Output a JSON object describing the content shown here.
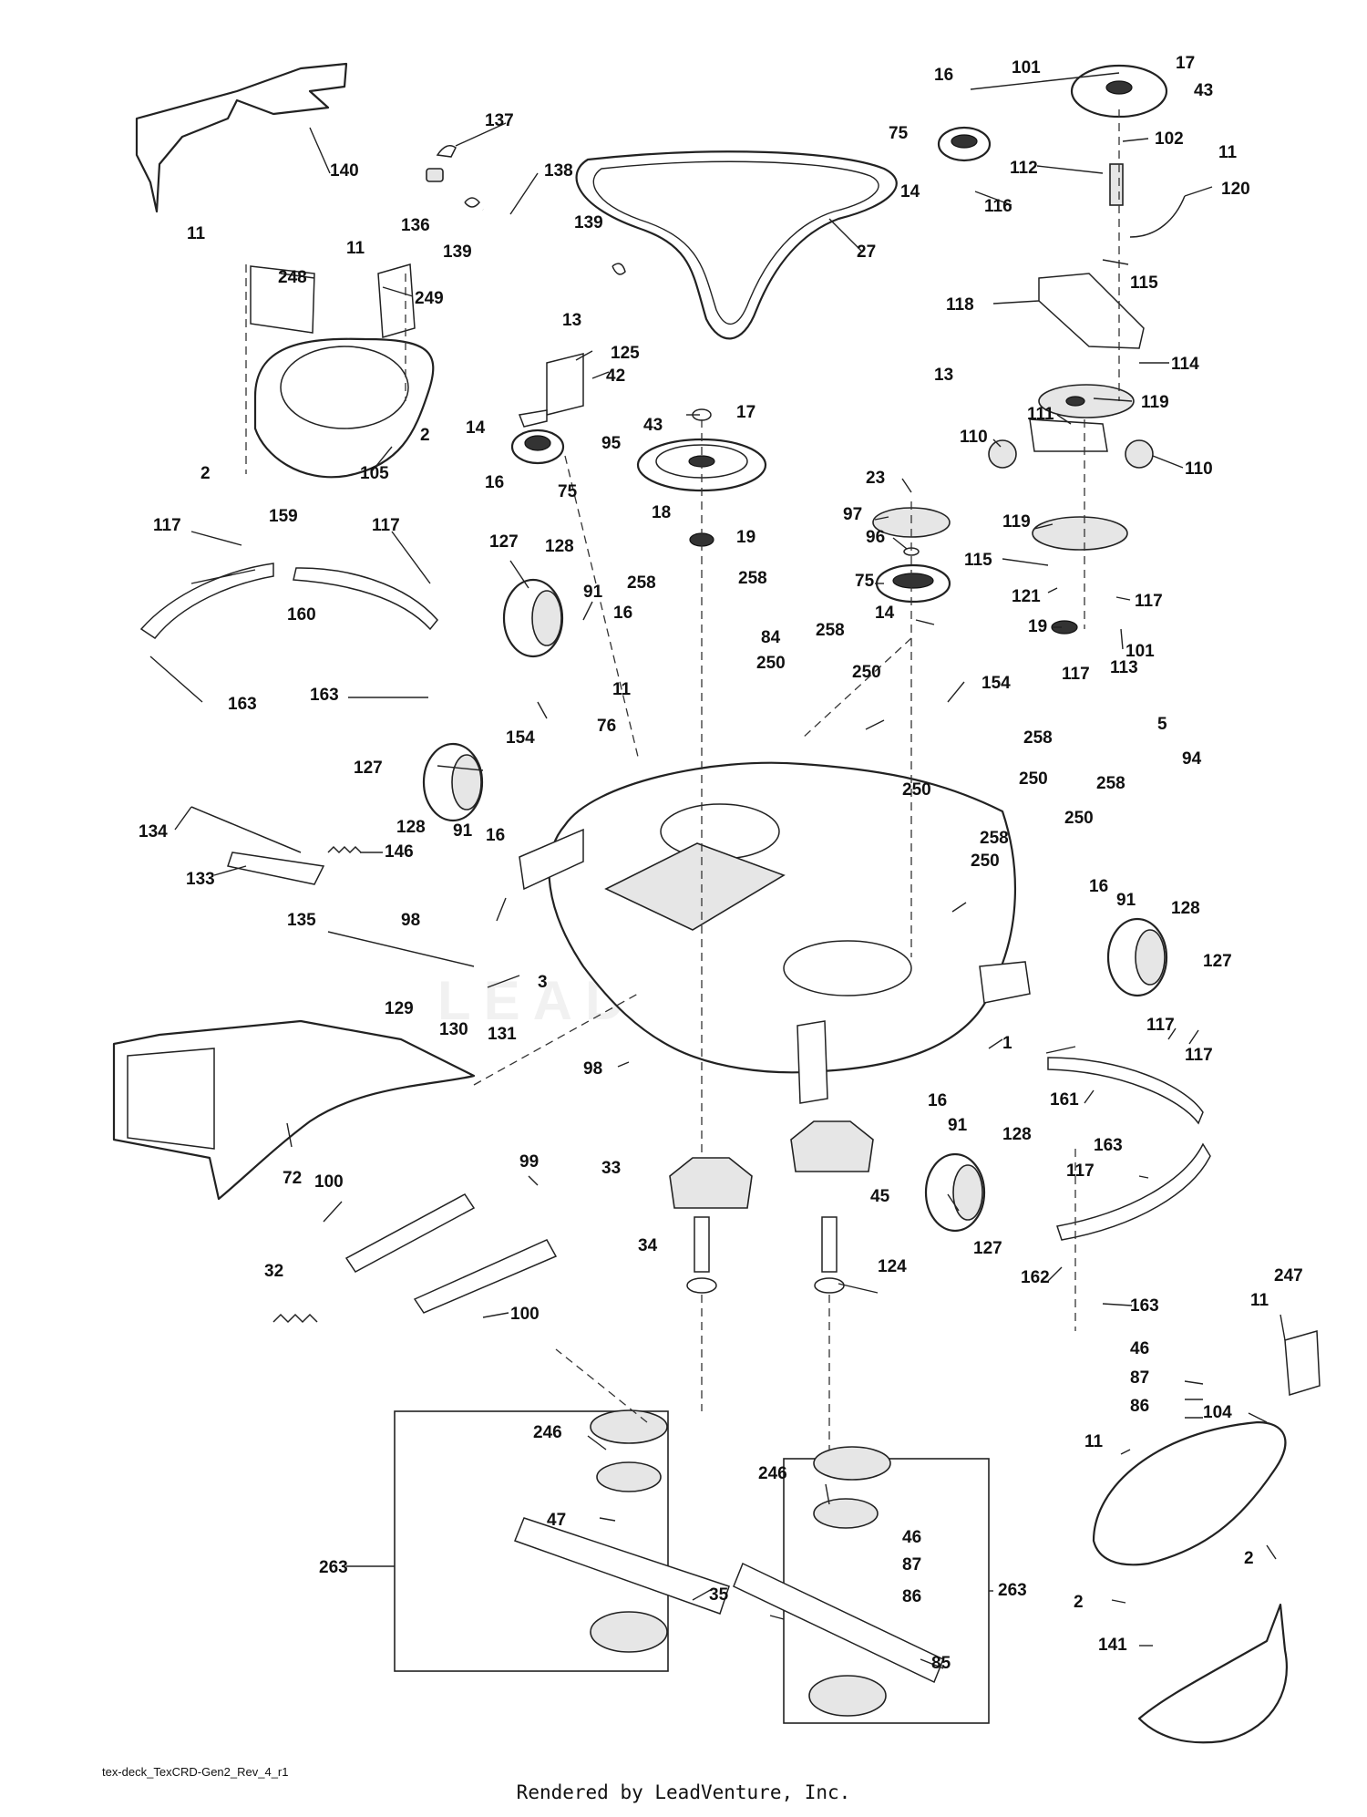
{
  "diagram": {
    "watermark": "LEADVENTURE",
    "callouts": [
      {
        "key": "c140",
        "text": "140"
      },
      {
        "key": "c137",
        "text": "137"
      },
      {
        "key": "c138",
        "text": "138"
      },
      {
        "key": "c136",
        "text": "136"
      },
      {
        "key": "c139a",
        "text": "139"
      },
      {
        "key": "c139b",
        "text": "139"
      },
      {
        "key": "c27",
        "text": "27"
      },
      {
        "key": "c11a",
        "text": "11"
      },
      {
        "key": "c248",
        "text": "248"
      },
      {
        "key": "c11b",
        "text": "11"
      },
      {
        "key": "c249",
        "text": "249"
      },
      {
        "key": "c2a",
        "text": "2"
      },
      {
        "key": "c105",
        "text": "105"
      },
      {
        "key": "c2b",
        "text": "2"
      },
      {
        "key": "c13a",
        "text": "13"
      },
      {
        "key": "c125",
        "text": "125"
      },
      {
        "key": "c42",
        "text": "42"
      },
      {
        "key": "c14a",
        "text": "14"
      },
      {
        "key": "c95",
        "text": "95"
      },
      {
        "key": "c16a",
        "text": "16"
      },
      {
        "key": "c75a",
        "text": "75"
      },
      {
        "key": "c17a",
        "text": "17"
      },
      {
        "key": "c43a",
        "text": "43"
      },
      {
        "key": "c18",
        "text": "18"
      },
      {
        "key": "c19a",
        "text": "19"
      },
      {
        "key": "c16b",
        "text": "16"
      },
      {
        "key": "c101a",
        "text": "101"
      },
      {
        "key": "c17b",
        "text": "17"
      },
      {
        "key": "c43b",
        "text": "43"
      },
      {
        "key": "c75b",
        "text": "75"
      },
      {
        "key": "c102",
        "text": "102"
      },
      {
        "key": "c11c",
        "text": "11"
      },
      {
        "key": "c112",
        "text": "112"
      },
      {
        "key": "c14b",
        "text": "14"
      },
      {
        "key": "c116",
        "text": "116"
      },
      {
        "key": "c120",
        "text": "120"
      },
      {
        "key": "c115a",
        "text": "115"
      },
      {
        "key": "c118",
        "text": "118"
      },
      {
        "key": "c13b",
        "text": "13"
      },
      {
        "key": "c114",
        "text": "114"
      },
      {
        "key": "c119a",
        "text": "119"
      },
      {
        "key": "c111",
        "text": "111"
      },
      {
        "key": "c110a",
        "text": "110"
      },
      {
        "key": "c110b",
        "text": "110"
      },
      {
        "key": "c23",
        "text": "23"
      },
      {
        "key": "c97",
        "text": "97"
      },
      {
        "key": "c96",
        "text": "96"
      },
      {
        "key": "c119b",
        "text": "119"
      },
      {
        "key": "c75c",
        "text": "75"
      },
      {
        "key": "c115b",
        "text": "115"
      },
      {
        "key": "c121",
        "text": "121"
      },
      {
        "key": "c117a",
        "text": "117"
      },
      {
        "key": "c19b",
        "text": "19"
      },
      {
        "key": "c101b",
        "text": "101"
      },
      {
        "key": "c117b",
        "text": "117"
      },
      {
        "key": "c113",
        "text": "113"
      },
      {
        "key": "c117c",
        "text": "117"
      },
      {
        "key": "c159",
        "text": "159"
      },
      {
        "key": "c117d",
        "text": "117"
      },
      {
        "key": "c160",
        "text": "160"
      },
      {
        "key": "c163a",
        "text": "163"
      },
      {
        "key": "c163b",
        "text": "163"
      },
      {
        "key": "c127a",
        "text": "127"
      },
      {
        "key": "c128a",
        "text": "128"
      },
      {
        "key": "c91a",
        "text": "91"
      },
      {
        "key": "c16c",
        "text": "16"
      },
      {
        "key": "c258a",
        "text": "258"
      },
      {
        "key": "c258b",
        "text": "258"
      },
      {
        "key": "c84",
        "text": "84"
      },
      {
        "key": "c14c",
        "text": "14"
      },
      {
        "key": "c258c",
        "text": "258"
      },
      {
        "key": "c250a",
        "text": "250"
      },
      {
        "key": "c250b",
        "text": "250"
      },
      {
        "key": "c11d",
        "text": "11"
      },
      {
        "key": "c154a",
        "text": "154"
      },
      {
        "key": "c76",
        "text": "76"
      },
      {
        "key": "c154b",
        "text": "154"
      },
      {
        "key": "c5",
        "text": "5"
      },
      {
        "key": "c258d",
        "text": "258"
      },
      {
        "key": "c94",
        "text": "94"
      },
      {
        "key": "c127b",
        "text": "127"
      },
      {
        "key": "c250c",
        "text": "250"
      },
      {
        "key": "c250d",
        "text": "250"
      },
      {
        "key": "c258e",
        "text": "258"
      },
      {
        "key": "c250e",
        "text": "250"
      },
      {
        "key": "c258f",
        "text": "258"
      },
      {
        "key": "c250f",
        "text": "250"
      },
      {
        "key": "c128b",
        "text": "128"
      },
      {
        "key": "c91b",
        "text": "91"
      },
      {
        "key": "c16d",
        "text": "16"
      },
      {
        "key": "c134",
        "text": "134"
      },
      {
        "key": "c146",
        "text": "146"
      },
      {
        "key": "c133",
        "text": "133"
      },
      {
        "key": "c135",
        "text": "135"
      },
      {
        "key": "c98a",
        "text": "98"
      },
      {
        "key": "c16e",
        "text": "16"
      },
      {
        "key": "c91c",
        "text": "91"
      },
      {
        "key": "c128c",
        "text": "128"
      },
      {
        "key": "c127c",
        "text": "127"
      },
      {
        "key": "c3",
        "text": "3"
      },
      {
        "key": "c129",
        "text": "129"
      },
      {
        "key": "c130",
        "text": "130"
      },
      {
        "key": "c131",
        "text": "131"
      },
      {
        "key": "c1",
        "text": "1"
      },
      {
        "key": "c98b",
        "text": "98"
      },
      {
        "key": "c117e",
        "text": "117"
      },
      {
        "key": "c117f",
        "text": "117"
      },
      {
        "key": "c161",
        "text": "161"
      },
      {
        "key": "c72",
        "text": "72"
      },
      {
        "key": "c99",
        "text": "99"
      },
      {
        "key": "c100a",
        "text": "100"
      },
      {
        "key": "c16f",
        "text": "16"
      },
      {
        "key": "c91d",
        "text": "91"
      },
      {
        "key": "c128d",
        "text": "128"
      },
      {
        "key": "c163c",
        "text": "163"
      },
      {
        "key": "c33",
        "text": "33"
      },
      {
        "key": "c45",
        "text": "45"
      },
      {
        "key": "c117g",
        "text": "117"
      },
      {
        "key": "c127d",
        "text": "127"
      },
      {
        "key": "c34",
        "text": "34"
      },
      {
        "key": "c124",
        "text": "124"
      },
      {
        "key": "c162",
        "text": "162"
      },
      {
        "key": "c163d",
        "text": "163"
      },
      {
        "key": "c32",
        "text": "32"
      },
      {
        "key": "c100b",
        "text": "100"
      },
      {
        "key": "c247",
        "text": "247"
      },
      {
        "key": "c11e",
        "text": "11"
      },
      {
        "key": "c46a",
        "text": "46"
      },
      {
        "key": "c87a",
        "text": "87"
      },
      {
        "key": "c86a",
        "text": "86"
      },
      {
        "key": "c104",
        "text": "104"
      },
      {
        "key": "c11f",
        "text": "11"
      },
      {
        "key": "c246a",
        "text": "246"
      },
      {
        "key": "c246b",
        "text": "246"
      },
      {
        "key": "c263a",
        "text": "263"
      },
      {
        "key": "c47",
        "text": "47"
      },
      {
        "key": "c46b",
        "text": "46"
      },
      {
        "key": "c2c",
        "text": "2"
      },
      {
        "key": "c87b",
        "text": "87"
      },
      {
        "key": "c263b",
        "text": "263"
      },
      {
        "key": "c2d",
        "text": "2"
      },
      {
        "key": "c35",
        "text": "35"
      },
      {
        "key": "c86b",
        "text": "86"
      },
      {
        "key": "c85",
        "text": "85"
      },
      {
        "key": "c141",
        "text": "141"
      }
    ]
  },
  "footer": {
    "file_label": "tex-deck_TexCRD-Gen2_Rev_4_r1",
    "rendered_by": "Rendered by LeadVenture, Inc."
  }
}
